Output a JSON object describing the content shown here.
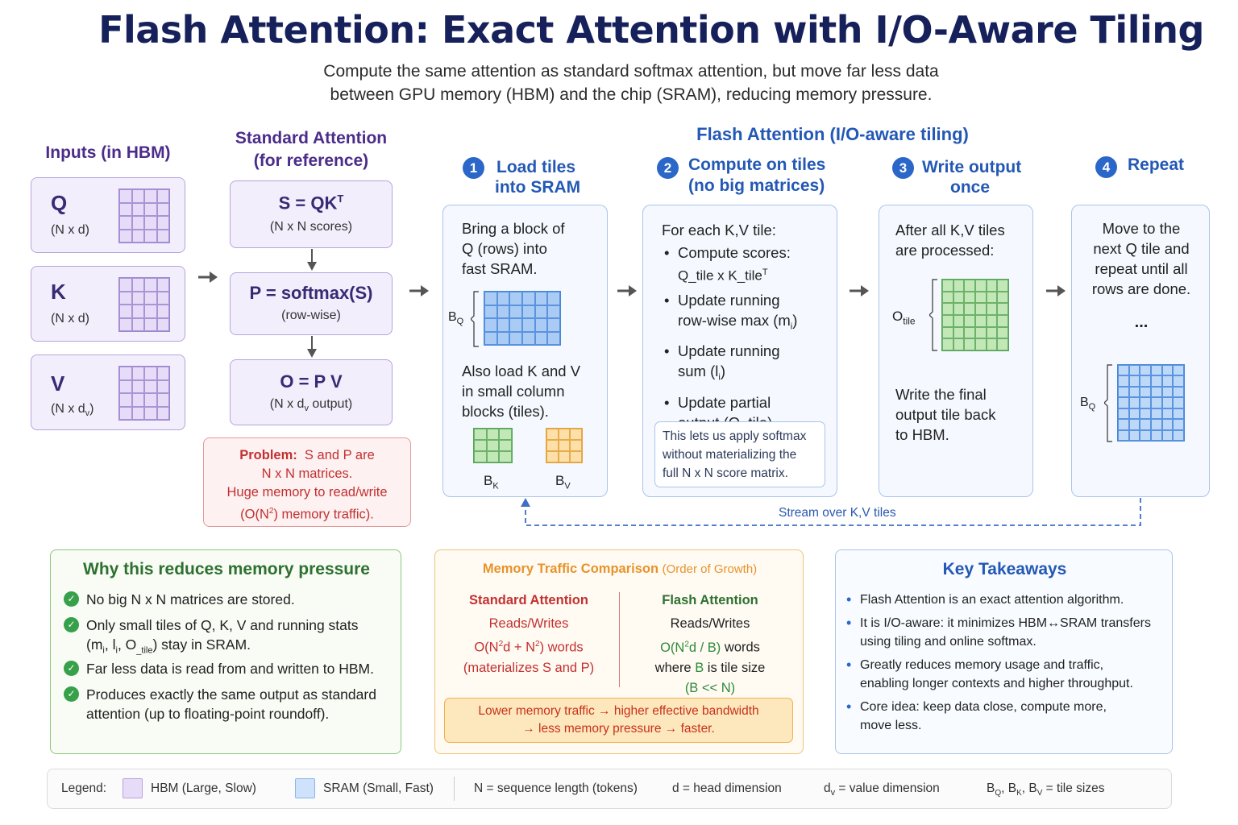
{
  "title": "Flash Attention: Exact Attention with I/O-Aware Tiling",
  "subtitle_line1": "Compute the same attention as standard softmax attention, but move far less data",
  "subtitle_line2": "between GPU memory (HBM) and the chip (SRAM), reducing memory pressure.",
  "inputs": {
    "heading": "Inputs (in HBM)",
    "items": [
      {
        "label": "Q",
        "dims": "(N x d)"
      },
      {
        "label": "K",
        "dims": "(N x d)"
      },
      {
        "label": "V",
        "dims_base": "(N x d",
        "dims_sub": "v",
        "dims_end": ")"
      }
    ]
  },
  "standard": {
    "heading_line1": "Standard Attention",
    "heading_line2": "(for reference)",
    "s_eq": "S = QK",
    "s_sup": "T",
    "s_sub": "(N x N scores)",
    "p_eq": "P = softmax(S)",
    "p_sub": "(row-wise)",
    "o_eq": "O = P V",
    "o_sub_a": "(N x d",
    "o_sub_v": "v",
    "o_sub_b": " output)",
    "problem_label": "Problem:",
    "problem_l1": "S and P are",
    "problem_l2": "N x N matrices.",
    "problem_l3": "Huge memory to read/write",
    "problem_l4a": "(O(N",
    "problem_l4sup": "2",
    "problem_l4b": ") memory traffic)."
  },
  "flash": {
    "heading": "Flash Attention (I/O-aware tiling)",
    "steps": [
      {
        "num": "1",
        "title_l1": "Load tiles",
        "title_l2": "into SRAM"
      },
      {
        "num": "2",
        "title_l1": "Compute on tiles",
        "title_l2": "(no big matrices)"
      },
      {
        "num": "3",
        "title_l1": "Write output",
        "title_l2": "once"
      },
      {
        "num": "4",
        "title_l1": "Repeat",
        "title_l2": ""
      }
    ],
    "step1": {
      "text_l1": "Bring a block of",
      "text_l2": "Q (rows) into",
      "text_l3": "fast SRAM.",
      "bq": "B",
      "bq_sub": "Q",
      "also_l1": "Also load K and V",
      "also_l2": "in small column",
      "also_l3": "blocks (tiles).",
      "bk": "B",
      "bk_sub": "K",
      "bv": "B",
      "bv_sub": "V"
    },
    "step2": {
      "intro": "For each K,V tile:",
      "b1_l1": "Compute scores:",
      "b1_l2": "Q_tile x K_tile",
      "b1_sup": "T",
      "b2_l1": "Update running",
      "b2_l2a": "row-wise max (m",
      "b2_sub": "i",
      "b2_l2b": ")",
      "b3_l1": "Update running",
      "b3_l2a": "sum (l",
      "b3_sub": "i",
      "b3_l2b": ")",
      "b4_l1": "Update partial",
      "b4_l2": "output (O_tile)",
      "note_l1": "This lets us apply softmax",
      "note_l2": "without materializing the",
      "note_l3": "full N x N score matrix."
    },
    "step3": {
      "text_l1": "After all K,V tiles",
      "text_l2": "are processed:",
      "o": "O",
      "o_sub": "tile",
      "write_l1": "Write the final",
      "write_l2": "output tile back",
      "write_l3": "to HBM."
    },
    "step4": {
      "text_l1": "Move to the",
      "text_l2": "next Q tile and",
      "text_l3": "repeat until all",
      "text_l4": "rows are done.",
      "dots": "...",
      "bq": "B",
      "bq_sub": "Q"
    },
    "stream_label": "Stream over K,V tiles"
  },
  "why": {
    "heading": "Why this reduces memory pressure",
    "check": "✓",
    "i1": "No big N x N matrices are stored.",
    "i2_l1": "Only small tiles of Q, K, V and running stats",
    "i2_l2a": "(m",
    "i2_s1": "i",
    "i2_l2b": ", l",
    "i2_s2": "i",
    "i2_l2c": ", O",
    "i2_s3": "_tile",
    "i2_l2d": ")  stay in SRAM.",
    "i3": "Far less data is read from and written to HBM.",
    "i4_l1": "Produces exactly the same output as standard",
    "i4_l2": "attention (up to floating-point roundoff)."
  },
  "traffic": {
    "heading": "Memory Traffic Comparison",
    "heading_sub": "(Order of Growth)",
    "std_title": "Standard Attention",
    "std_l1": "Reads/Writes",
    "std_l2a": "O(N",
    "std_l2sup": "2",
    "std_l2b": "d + N",
    "std_l2sup2": "2",
    "std_l2c": ") words",
    "std_l3": "(materializes S and P)",
    "fl_title": "Flash Attention",
    "fl_l1": "Reads/Writes",
    "fl_l2a": "O(N",
    "fl_l2sup": "2",
    "fl_l2b": "d / B)",
    "fl_l2c": " words",
    "fl_l3a": "where ",
    "fl_l3b": "B",
    "fl_l3c": " is tile size",
    "fl_l4": "(B << N)",
    "banner_l1": "Lower memory traffic → higher effective bandwidth",
    "banner_l2": "→ less memory pressure → faster."
  },
  "takeaways": {
    "heading": "Key Takeaways",
    "t1": "Flash Attention is an exact attention algorithm.",
    "t2_l1": "It is I/O-aware: it minimizes HBM↔SRAM transfers",
    "t2_l2": "using tiling and online softmax.",
    "t3_l1": "Greatly reduces memory usage and traffic,",
    "t3_l2": "enabling longer contexts and higher throughput.",
    "t4_l1": "Core idea: keep data close, compute more,",
    "t4_l2": "move less."
  },
  "legend": {
    "label": "Legend:",
    "hbm": "HBM (Large, Slow)",
    "sram": "SRAM (Small, Fast)",
    "n": "N = sequence length (tokens)",
    "d": "d = head dimension",
    "dv_a": "d",
    "dv_sub": "v",
    "dv_b": " = value dimension",
    "b_q": "B",
    "b_q_sub": "Q",
    "b_k": ", B",
    "b_k_sub": "K",
    "b_v": ", B",
    "b_v_sub": "V",
    "b_end": "  = tile sizes"
  },
  "colors": {
    "hbm": "#e6dcf7",
    "sram": "#cfe2fb",
    "title": "#16205a",
    "accent_blue": "#2a67c8",
    "problem_red": "#c33030",
    "success_green": "#36a04a",
    "traffic_orange": "#e8922a"
  }
}
